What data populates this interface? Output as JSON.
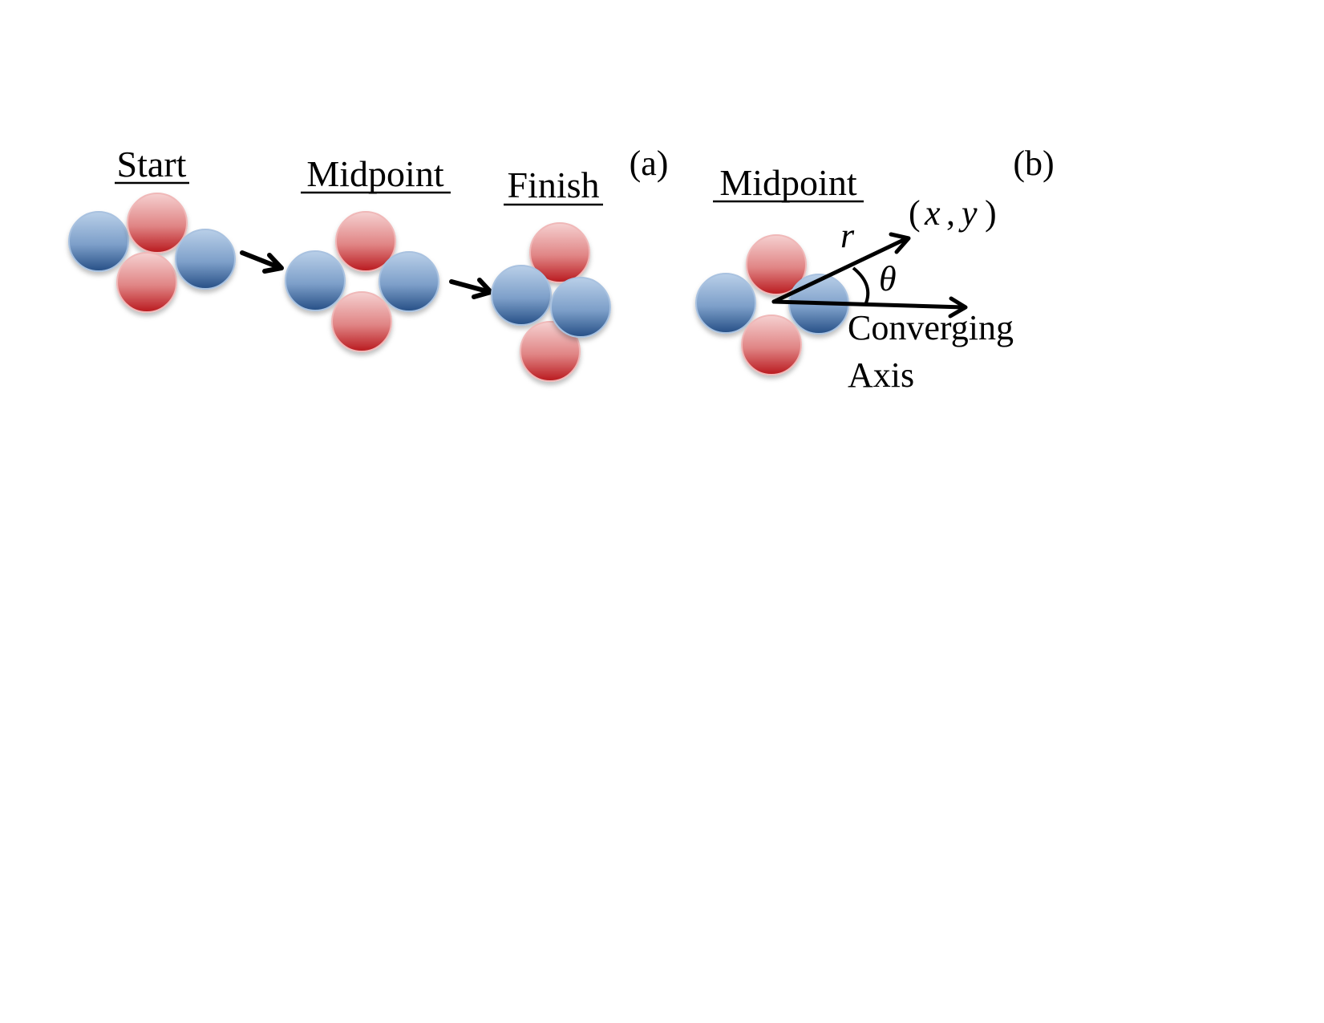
{
  "panel_a": {
    "label": "(a)",
    "start_title": "Start",
    "midpoint_title": "Midpoint",
    "finish_title": "Finish"
  },
  "panel_b": {
    "label": "(b)",
    "midpoint_title": "Midpoint",
    "r_label": "r",
    "theta_label": "θ",
    "point_open": "(",
    "point_x": "x",
    "point_comma": ",",
    "point_y": "y",
    "point_close": ")",
    "axis_label_line1": "Converging",
    "axis_label_line2": "Axis"
  },
  "colors": {
    "blue_top": "#b7cde6",
    "blue_bottom": "#2b5c94",
    "red_top": "#f3c9c9",
    "red_bottom": "#c0262a",
    "arrow": "#000000"
  }
}
